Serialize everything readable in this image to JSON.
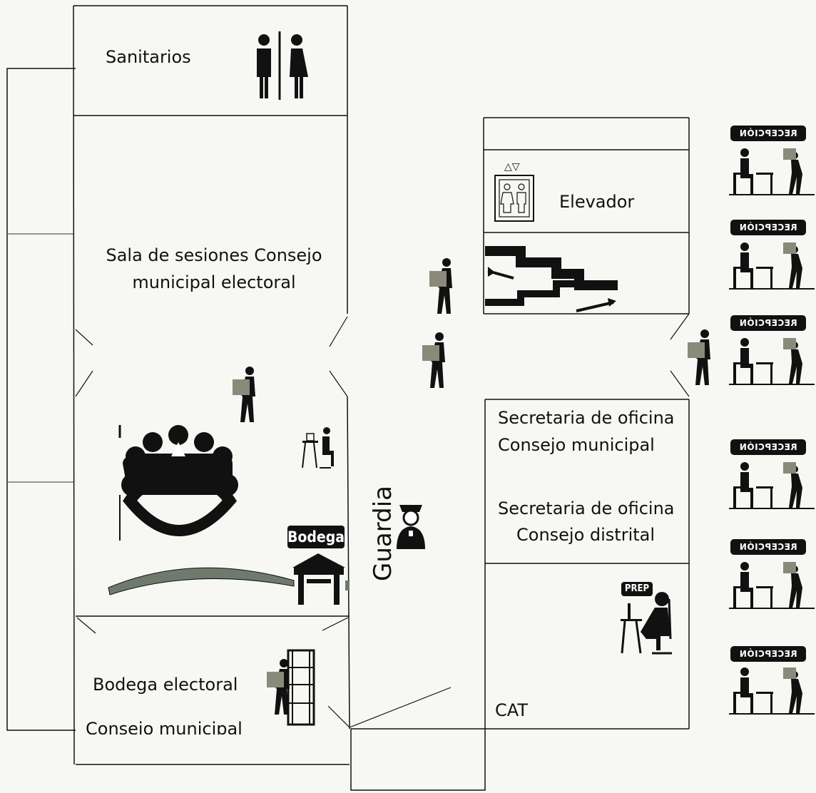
{
  "rooms": {
    "sanitarios": "Sanitarios",
    "sala_line1": "Sala de sesiones Consejo",
    "sala_line2": "municipal electoral",
    "bodega_tag": "Bodega",
    "bodega_electoral_line1": "Bodega electoral",
    "bodega_electoral_line2": "Consejo municipal",
    "guardia": "Guardia",
    "elevador": "Elevador",
    "secretaria_municipal_line1": "Secretaria de oficina",
    "secretaria_municipal_line2": "Consejo municipal",
    "secretaria_distrital_line1": "Secretaria de oficina",
    "secretaria_distrital_line2": "Consejo distrital",
    "cat": "CAT",
    "prep_tag": "PREP"
  },
  "reception_tags": [
    "RECEPCIÓN",
    "RECEPCIÓN",
    "RECEPCIÓN",
    "RECEPCIÓN",
    "RECEPCIÓN",
    "RECEPCIÓN"
  ],
  "icons": [
    "restroom-icon",
    "elevator-icon",
    "stairs-icon",
    "conference-table-icon",
    "worker-carrying-box-icon",
    "desk-worker-icon",
    "warehouse-icon",
    "security-guard-icon",
    "shelving-icon",
    "computer-operator-icon",
    "reception-desk-icon"
  ],
  "colors": {
    "ink": "#111111",
    "box": "#8a8a7a",
    "ramp": "#6f7a6f",
    "paper": "#f7f7f4"
  }
}
